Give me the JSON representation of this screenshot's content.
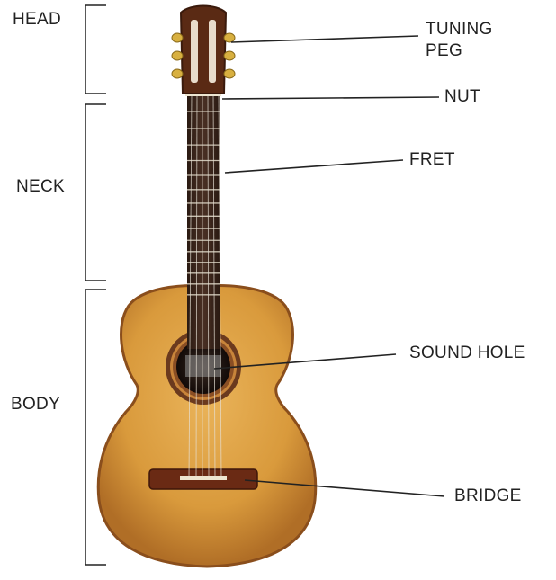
{
  "sections": {
    "head": "HEAD",
    "neck": "NECK",
    "body": "BODY"
  },
  "parts": {
    "tuning_peg_line1": "TUNING",
    "tuning_peg_line2": "PEG",
    "nut": "NUT",
    "fret": "FRET",
    "sound_hole": "SOUND HOLE",
    "bridge": "BRIDGE"
  },
  "colors": {
    "body_wood": "#d99a3c",
    "body_edge": "#9a5a20",
    "neck_wood": "#3a2418",
    "head_wood": "#5a2a14",
    "rosette": "#6b3a1e",
    "bridge": "#6a2a14",
    "tuner_gold": "#d8b040",
    "lines": "#222222"
  }
}
